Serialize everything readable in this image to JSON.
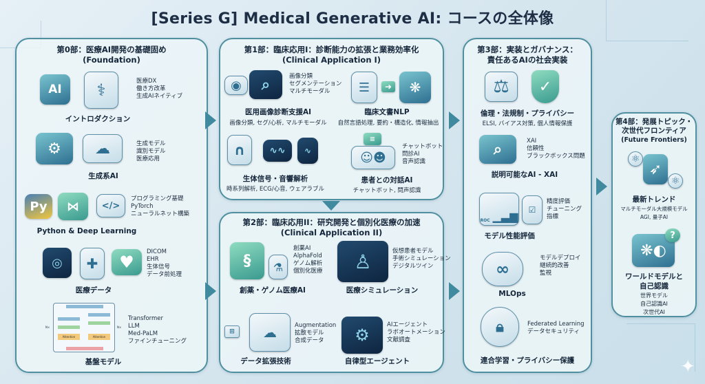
{
  "title": "[Series G] Medical Generative AI: コースの全体像",
  "parts": [
    {
      "heading": "第0部：医療AI開発の基礎固め",
      "subtitle": "(Foundation)",
      "topics": [
        {
          "title": "イントロダクション",
          "bullets": [
            "医療DX",
            "働き方改革",
            "生成AIネイティブ"
          ]
        },
        {
          "title": "生成系AI",
          "bullets": [
            "生成モデル",
            "識別モデル",
            "医療応用"
          ]
        },
        {
          "title": "Python & Deep Learning",
          "bullets": [
            "プログラミング基礎",
            "PyTorch",
            "ニューラルネット構築"
          ]
        },
        {
          "title": "医療データ",
          "bullets": [
            "DICOM",
            "EHR",
            "生体信号",
            "データ前処理"
          ]
        },
        {
          "title": "基盤モデル",
          "bullets": [
            "Transformer",
            "LLM",
            "Med-PaLM",
            "ファインチューニング"
          ],
          "diagram_labels": [
            "Attention",
            "Attention",
            "N×",
            "N×"
          ]
        }
      ]
    },
    {
      "heading": "第1部：臨床応用I：診断能力の拡張と業務効率化",
      "subtitle": "(Clinical Application I)",
      "topics": [
        {
          "title": "医用画像診断支援AI",
          "summary": "画像分類, セグ/心析, マルチモーダル",
          "bullets": [
            "画像分類",
            "セグメンテーション",
            "マルチモーダル"
          ]
        },
        {
          "title": "臨床文書NLP",
          "summary": "自然言語処理, 要約・構造化, 情報抽出"
        },
        {
          "title": "生体信号・音響解析",
          "summary": "時系列解析, ECG/心音, ウェアラブル"
        },
        {
          "title": "患者との対話AI",
          "summary": "チャットボット, 問声認識",
          "bullets": [
            "チャットボット",
            "問診AI",
            "音声認識"
          ]
        }
      ]
    },
    {
      "heading": "第2部：臨床応用II：研究開発と個別化医療の加速",
      "subtitle": "(Clinical Application II)",
      "topics": [
        {
          "title": "創薬・ゲノム医療AI",
          "bullets": [
            "創薬AI",
            "AlphaFold",
            "ゲノム解析",
            "個別化医療"
          ]
        },
        {
          "title": "医療シミュレーション",
          "bullets": [
            "仮想患者モデル",
            "手術シミュレーション",
            "デジタルツイン"
          ]
        },
        {
          "title": "データ拡張技術",
          "bullets": [
            "Augmentation",
            "拡散モデル",
            "合成データ"
          ]
        },
        {
          "title": "自律型エージェント",
          "bullets": [
            "AIエージェント",
            "ラボオートメーション",
            "文献調査"
          ]
        }
      ]
    },
    {
      "heading": "第3部：実装とガバナンス：",
      "subtitle": "責任あるAIの社会実装",
      "topics": [
        {
          "title": "倫理・法規制・プライバシー",
          "summary": "ELSI, バイアス対策, 個人情報保護"
        },
        {
          "title": "説明可能なAI - XAI",
          "bullets": [
            "XAI",
            "信頼性",
            "ブラックボックス問題"
          ]
        },
        {
          "title": "モデル性能評価",
          "bullets": [
            "精度評価",
            "チューニング",
            "指標"
          ],
          "chart_label": "ROC"
        },
        {
          "title": "MLOps",
          "bullets": [
            "モデルデプロイ",
            "継続的改善",
            "監視"
          ]
        },
        {
          "title": "連合学習・プライバシー保護",
          "bullets": [
            "Federated Learning",
            "データセキュリティ"
          ]
        }
      ]
    },
    {
      "heading": "第4部：発展トピック・",
      "heading2": "次世代フロンティア",
      "subtitle": "(Future Frontiers)",
      "topics": [
        {
          "title": "最新トレンド",
          "bullets": [
            "マルチモーダル大規模モデル",
            "AGI, 量子AI"
          ]
        },
        {
          "title": "ワールドモデルと",
          "title2": "自己認識",
          "bullets": [
            "世界モデル",
            "自己認識AI",
            "次世代AI"
          ]
        }
      ]
    }
  ],
  "colors": {
    "accent": "#3f8a9e",
    "panel_border": "#4f8fa0",
    "title": "#1d2e45"
  }
}
